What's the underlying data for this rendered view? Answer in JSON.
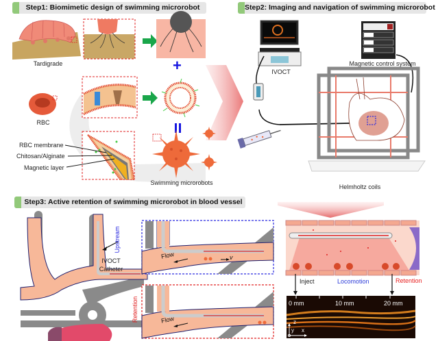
{
  "steps": [
    {
      "title": "Step1: Biomimetic design of swimming microrobot"
    },
    {
      "title": "Step2: Imaging and navigation of swimming microrobot"
    },
    {
      "title": "Step3: Active retention of swimming microrobot in blood vessel"
    }
  ],
  "step1": {
    "tardigrade_label": "Tardigrade",
    "rbc_label": "RBC",
    "plus_symbol": "+",
    "equals_symbol": "=",
    "layers": [
      "RBC membrane",
      "Chitosan/Alginate",
      "Magnetic layer"
    ],
    "microrobots_label": "Swimming microrobots"
  },
  "step2": {
    "ivoct_label": "IVOCT",
    "magnetic_label": "Magnetic control system",
    "helmholtz_label": "Helmholtz coils"
  },
  "step3": {
    "catheter_label_line1": "IVOCT",
    "catheter_label_line2": "Catheter",
    "upstream_label": "Upstream",
    "retention_side_label": "Retention",
    "flow_label": "Flow",
    "velocity_label": "v",
    "phase_labels": {
      "inject": "Inject",
      "locomotion": "Locomotion",
      "retention": "Retention"
    },
    "oct_ticks": [
      "0 mm",
      "10 mm",
      "20 mm"
    ],
    "axis_labels": {
      "z": "z",
      "y": "y",
      "x": "x"
    }
  },
  "colors": {
    "banner_bg": "#e6e6e6",
    "banner_tab": "#92c97a",
    "green_arrow": "#1aa64a",
    "blue_symbol": "#1515e0",
    "dash_red": "#e02020",
    "dash_blue": "#2a2ae0",
    "vessel": "#f7b899",
    "vessel_outline": "#1e1e6e",
    "gray_vessel": "#8a8a8a",
    "robot_orange": "#ee6a3a",
    "locomotion_blue": "#2a3ad8",
    "retention_red": "#e82020"
  }
}
